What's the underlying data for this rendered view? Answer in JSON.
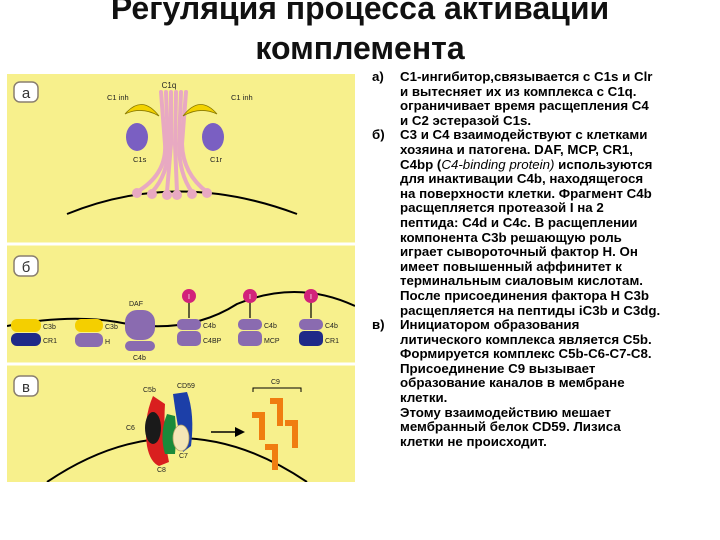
{
  "title": {
    "line1": "Регуляция процесса активации",
    "line2": "комплемента"
  },
  "figure": {
    "panel_labels": [
      "а",
      "б",
      "в"
    ],
    "panel_a": {
      "c1q": "C1q",
      "c1inh_left": "C1 inh",
      "c1inh_right": "C1 inh",
      "c1s": "C1s",
      "c1r": "C1r"
    },
    "panel_b": {
      "c3b": "C3b",
      "cr1": "CR1",
      "c3b_2": "C3b",
      "h": "H",
      "daf": "DAF",
      "c4b_bottom": "C4b",
      "c4b_1": "C4b",
      "c4bp": "C4BP",
      "c4b_2": "C4b",
      "mcp": "MCP",
      "c4b_3": "C4b",
      "cr1_2": "CR1",
      "i_label": "I"
    },
    "panel_c": {
      "c5b": "C5b",
      "cd59": "CD59",
      "c6": "C6",
      "c7": "C7",
      "c8": "C8",
      "c9": "C9"
    },
    "colors": {
      "panel_bg": "#f7f08c",
      "c1inh": "#f2d200",
      "stalk": "#e8a9c2",
      "c1s": "#7a5fc2",
      "c1r": "#7a5fc2",
      "membrane": "#000000",
      "c3b": "#f4cf00",
      "cr1": "#1f2a88",
      "factor_h": "#8a6bb0",
      "factor_i": "#d2227a",
      "c4b": "#8a6bb0",
      "c5b": "#d91f1f",
      "cd59": "#1c3fa8",
      "c7": "#1a8a3a",
      "c9": "#f07d10",
      "c8": "#f4e6b6"
    }
  },
  "text": {
    "a_mark": "а)",
    "a_lines": [
      "С1-ингибитор,связывается с С1s и Clr",
      "и вытесняет их из комплекса с С1q.",
      "ограничивает время расщепления С4",
      "и С2 эстеразой С1s."
    ],
    "b_mark": "б)",
    "b_line1": "С3 и С4 взаимодействуют с клетками",
    "b_line2": "хозяина и патогена. DAF, MCP, CR1,",
    "b_line3_pre": "C4bp (",
    "b_line3_ital": "C4-binding protein)",
    "b_line3_post": " используются",
    "b_lines_rest": [
      "для инактивации C4b, находящегося",
      "на поверхности клетки. Фрагмент С4b",
      "расщепляется протеазой I на 2",
      "пептида: С4d и С4c. В расщеплении",
      "компонента С3b решающую роль",
      "играет сывороточный фактор Н. Он",
      "имеет повышенный аффинитет к",
      "терминальным сиаловым кислотам.",
      "После присоединения фактора Н С3b",
      "расщепляется на пептиды iC3b и C3dg."
    ],
    "c_mark": "в)",
    "c_lines": [
      "Инициатором образования",
      "литического комплекса является С5b.",
      "Формируется комплекс С5b-С6-С7-С8.",
      "Присоединение С9 вызывает",
      "образование каналов в мембране",
      "клетки."
    ],
    "c_extra": [
      "Этому взаимодействию мешает",
      "мембранный белок CD59. Лизиса",
      "клетки не происходит."
    ]
  }
}
